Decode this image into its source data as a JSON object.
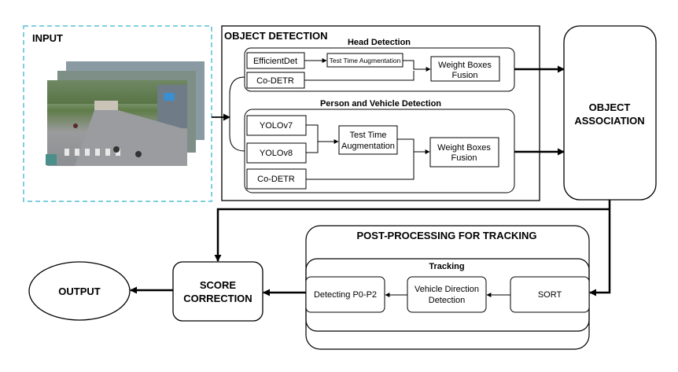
{
  "input": {
    "title": "INPUT"
  },
  "object_detection": {
    "title": "OBJECT DETECTION",
    "head_detection": {
      "title": "Head Detection",
      "efficientdet": "EfficientDet",
      "codetr": "Co-DETR",
      "tta": "Test Time Augmentation",
      "wbf_line1": "Weight Boxes",
      "wbf_line2": "Fusion"
    },
    "person_vehicle": {
      "title": "Person and Vehicle Detection",
      "yolov7": "YOLOv7",
      "yolov8": "YOLOv8",
      "codetr": "Co-DETR",
      "tta_line1": "Test Time",
      "tta_line2": "Augmentation",
      "wbf_line1": "Weight Boxes",
      "wbf_line2": "Fusion"
    }
  },
  "object_association": {
    "line1": "OBJECT",
    "line2": "ASSOCIATION"
  },
  "post_processing": {
    "title": "POST-PROCESSING FOR TRACKING",
    "tracking_title": "Tracking",
    "sort": "SORT",
    "vdd_line1": "Vehicle Direction",
    "vdd_line2": "Detection",
    "detecting": "Detecting P0-P2"
  },
  "score_correction": {
    "line1": "SCORE",
    "line2": "CORRECTION"
  },
  "output": {
    "label": "OUTPUT"
  },
  "colors": {
    "input_border": "#7ecfde",
    "line": "#000000",
    "sky": "#c9d8e0",
    "road": "#8f9296",
    "trees": "#4f6b3a"
  }
}
